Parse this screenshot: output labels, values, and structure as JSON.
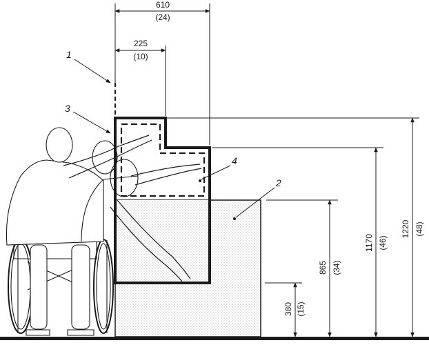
{
  "dimensions": {
    "width_610": {
      "mm": "610",
      "in": "(24)"
    },
    "width_225": {
      "mm": "225",
      "in": "(10)"
    },
    "height_1220": {
      "mm": "1220",
      "in": "(48)"
    },
    "height_1170": {
      "mm": "1170",
      "in": "(46)"
    },
    "height_865": {
      "mm": "865",
      "in": "(34)"
    },
    "height_380": {
      "mm": "380",
      "in": "(15)"
    }
  },
  "callouts": {
    "c1": "1",
    "c2": "2",
    "c3": "3",
    "c4": "4"
  },
  "colors": {
    "ink": "#1a1a1a",
    "stipple": "#9a9a9a",
    "figure_fill": "#ffffff"
  }
}
